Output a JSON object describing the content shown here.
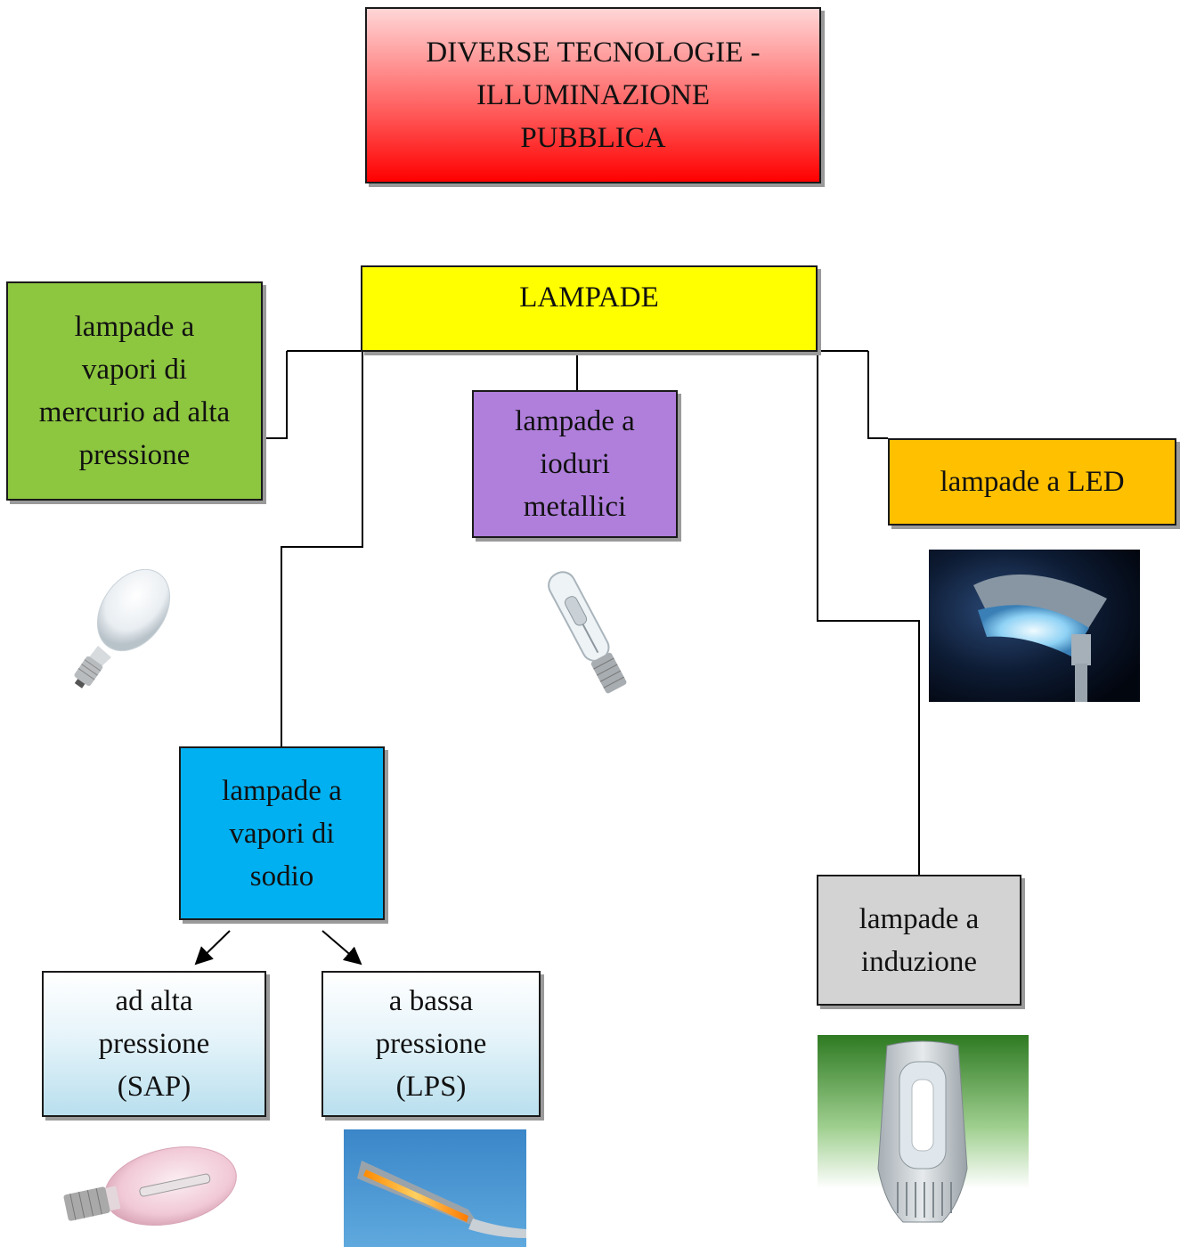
{
  "title": "DIVERSE TECNOLOGIE -\nILLUMINAZIONE\nPUBBLICA",
  "root": "LAMPADE",
  "nodes": {
    "mercurio": "lampade a\nvapori di\nmercurio ad alta\npressione",
    "ioduri": "lampade a\nioduri\nmetallici",
    "led": "lampade a LED",
    "sodio": "lampade a\nvapori di\nsodio",
    "induzione": "lampade a\ninduzione",
    "sap": "ad alta\npressione\n(SAP)",
    "lps": "a bassa\npressione\n(LPS)"
  },
  "colors": {
    "title": "#ff0000",
    "root": "#ffff00",
    "mercurio": "#8dc63f",
    "ioduri": "#b07fdc",
    "led": "#ffc000",
    "sodio": "#00b0f0",
    "induzione": "#d3d3d3",
    "sodio_children": "#b9dfee"
  },
  "images": [
    "mercury-vapor-bulb-photo",
    "metal-halide-bulb-photo",
    "led-street-lamp-photo",
    "high-pressure-sodium-bulb-photo",
    "low-pressure-sodium-lamp-photo",
    "induction-street-lamp-photo"
  ]
}
